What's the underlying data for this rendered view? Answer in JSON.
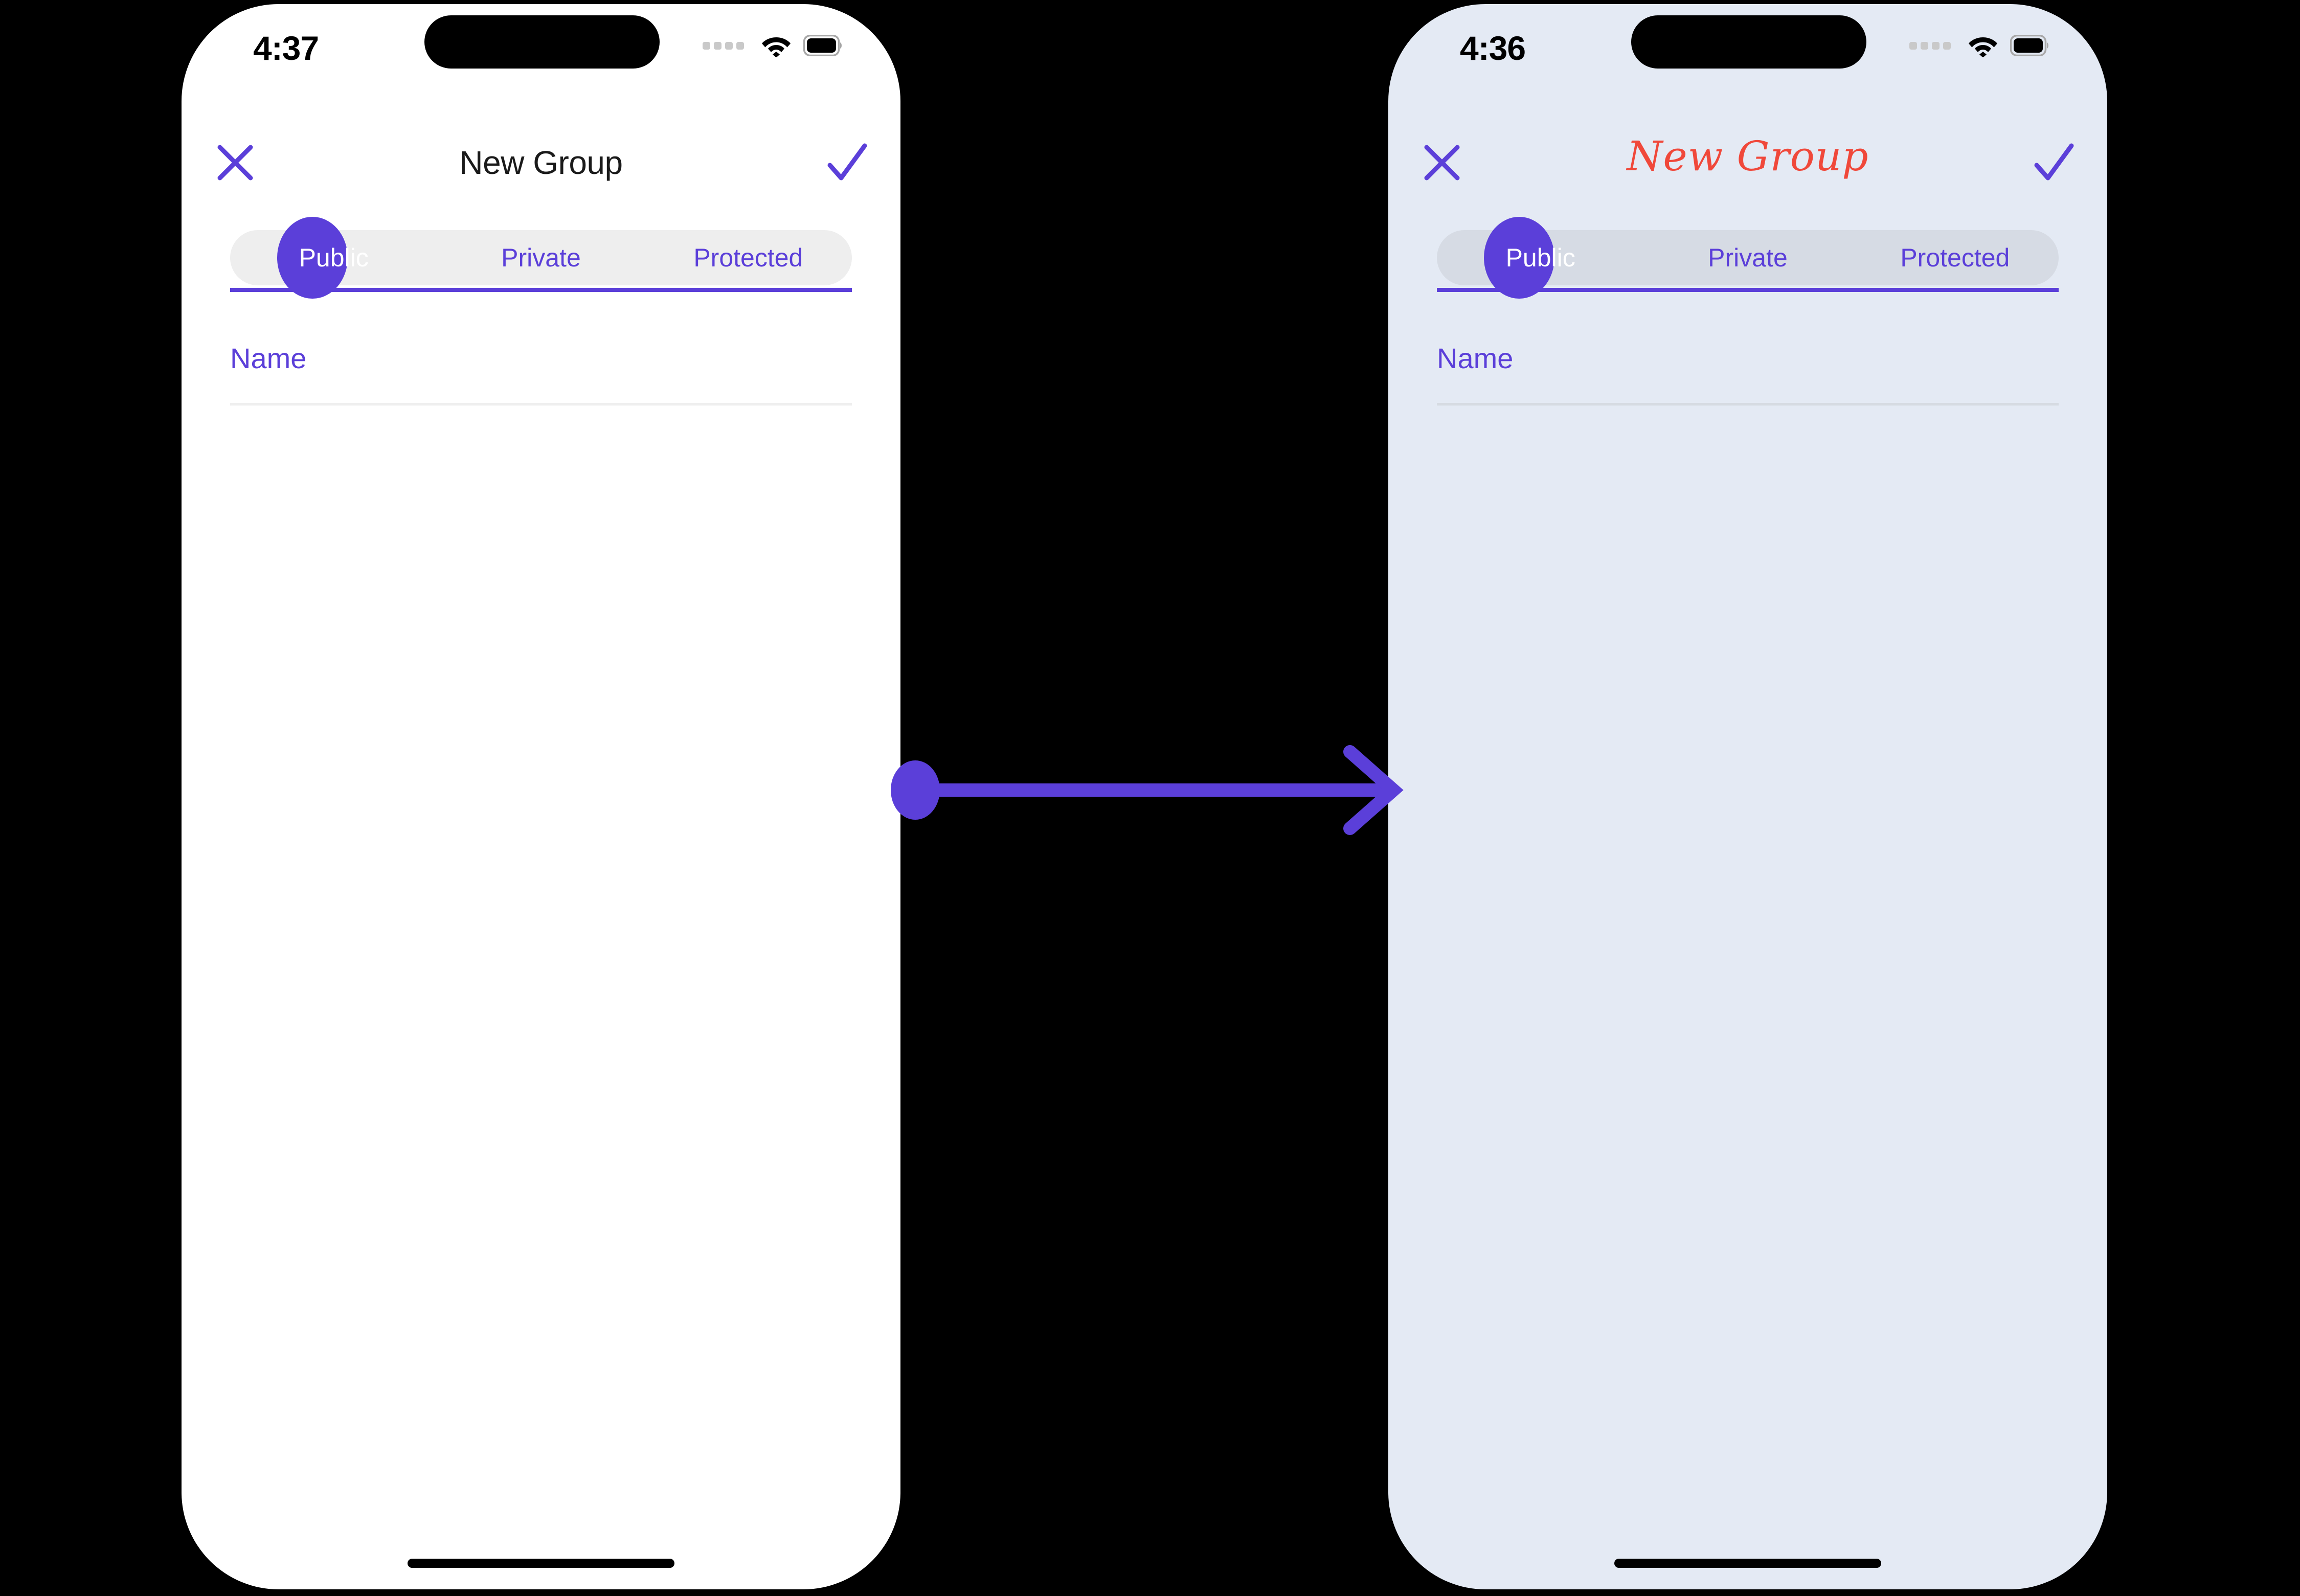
{
  "colors": {
    "accent_purple": "#5B3FD9",
    "title_red": "#F0483A",
    "left_screen_bg": "#FFFFFF",
    "right_screen_bg": "#E4EAF4",
    "left_segment_track": "#EEEEEE",
    "right_segment_track": "#D6DBE4",
    "canvas_bg": "#000000"
  },
  "screens": [
    {
      "id": "before",
      "status_bar": {
        "time": "4:37",
        "cellular_icon": "cellular-dots-icon",
        "wifi_icon": "wifi-icon",
        "battery_icon": "battery-full-icon",
        "dynamic_island": "dynamic-island"
      },
      "nav": {
        "close_icon": "close-x-icon",
        "title": "New Group",
        "done_icon": "checkmark-icon"
      },
      "segmented_control": {
        "options": [
          "Public",
          "Private",
          "Protected"
        ],
        "selected_index": 0,
        "selected_value": "Public"
      },
      "form": {
        "name_field": {
          "label": "Name",
          "value": "",
          "placeholder": "Name"
        }
      },
      "home_indicator": "home-indicator"
    },
    {
      "id": "after",
      "status_bar": {
        "time": "4:36",
        "cellular_icon": "cellular-dots-icon",
        "wifi_icon": "wifi-icon",
        "battery_icon": "battery-full-icon",
        "dynamic_island": "dynamic-island"
      },
      "nav": {
        "close_icon": "close-x-icon",
        "title": "New Group",
        "done_icon": "checkmark-icon"
      },
      "segmented_control": {
        "options": [
          "Public",
          "Private",
          "Protected"
        ],
        "selected_index": 0,
        "selected_value": "Public"
      },
      "form": {
        "name_field": {
          "label": "Name",
          "value": "",
          "placeholder": "Name"
        }
      },
      "home_indicator": "home-indicator"
    }
  ],
  "transition": {
    "arrow_icon": "arrow-right-icon",
    "color": "#5B3FD9"
  }
}
